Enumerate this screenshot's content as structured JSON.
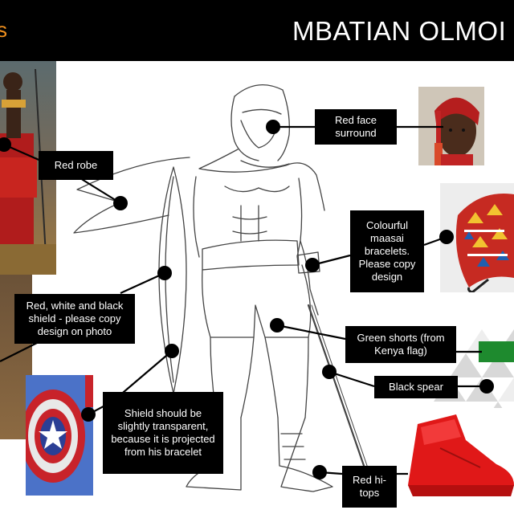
{
  "header": {
    "left_fragment": "s",
    "title": "MBATIAN OLMOI"
  },
  "labels": {
    "red_robe": "Red robe",
    "red_face_surround": "Red face surround",
    "bracelets": "Colourful maasai bracelets. Please copy design",
    "shield": "Red, white and black shield - please copy design on photo",
    "green_shorts": "Green shorts (from Kenya flag)",
    "black_spear": "Black spear",
    "shield_transparent": "Shield should be slightly transparent, because it is projected from his bracelet",
    "red_hitops": "Red hi-tops"
  },
  "colors": {
    "header_bg": "#000000",
    "header_accent": "#f0901e",
    "label_bg": "#000000",
    "label_text": "#ffffff",
    "kenya_green": "#1e8a2e"
  }
}
